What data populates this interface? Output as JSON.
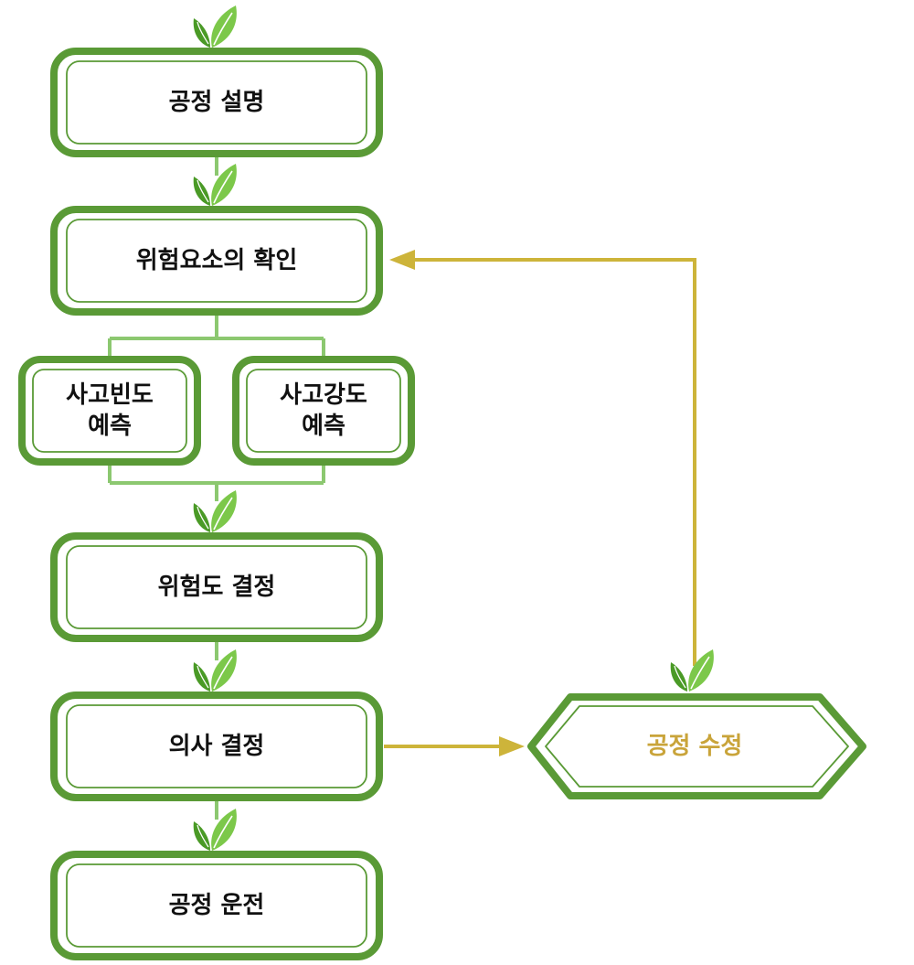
{
  "colors": {
    "box_border": "#5a9a36",
    "leaf_dark": "#4a9a26",
    "leaf_light": "#7cc84a",
    "connector_green": "#8cc870",
    "feedback_arrow": "#cdb43a",
    "decision_text": "#c9a43a",
    "text": "#111111"
  },
  "nodes": {
    "process_description": "공정 설명",
    "hazard_identification": "위험요소의 확인",
    "frequency_line1": "사고빈도",
    "frequency_line2": "예측",
    "severity_line1": "사고강도",
    "severity_line2": "예측",
    "risk_determination": "위험도 결정",
    "decision_making": "의사 결정",
    "process_operation": "공정 운전",
    "process_modification": "공정 수정"
  },
  "icons": {
    "leaf": "leaf-icon"
  }
}
